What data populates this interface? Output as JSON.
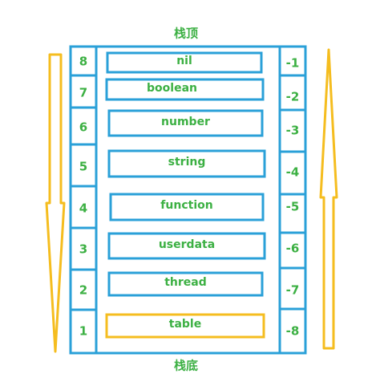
{
  "colors": {
    "frame": "#2aa0d8",
    "label": "#3cb043",
    "highlight": "#f5bd1f",
    "arrow": "#f5bd1f"
  },
  "labels": {
    "top": "栈顶",
    "bottom": "栈底"
  },
  "stack": [
    {
      "type": "nil",
      "positive": "8",
      "negative": "-1",
      "highlight": false
    },
    {
      "type": "boolean",
      "positive": "7",
      "negative": "-2",
      "highlight": false
    },
    {
      "type": "number",
      "positive": "6",
      "negative": "-3",
      "highlight": false
    },
    {
      "type": "string",
      "positive": "5",
      "negative": "-4",
      "highlight": false
    },
    {
      "type": "function",
      "positive": "4",
      "negative": "-5",
      "highlight": false
    },
    {
      "type": "userdata",
      "positive": "3",
      "negative": "-6",
      "highlight": false
    },
    {
      "type": "thread",
      "positive": "2",
      "negative": "-7",
      "highlight": false
    },
    {
      "type": "table",
      "positive": "1",
      "negative": "-8",
      "highlight": true
    }
  ]
}
